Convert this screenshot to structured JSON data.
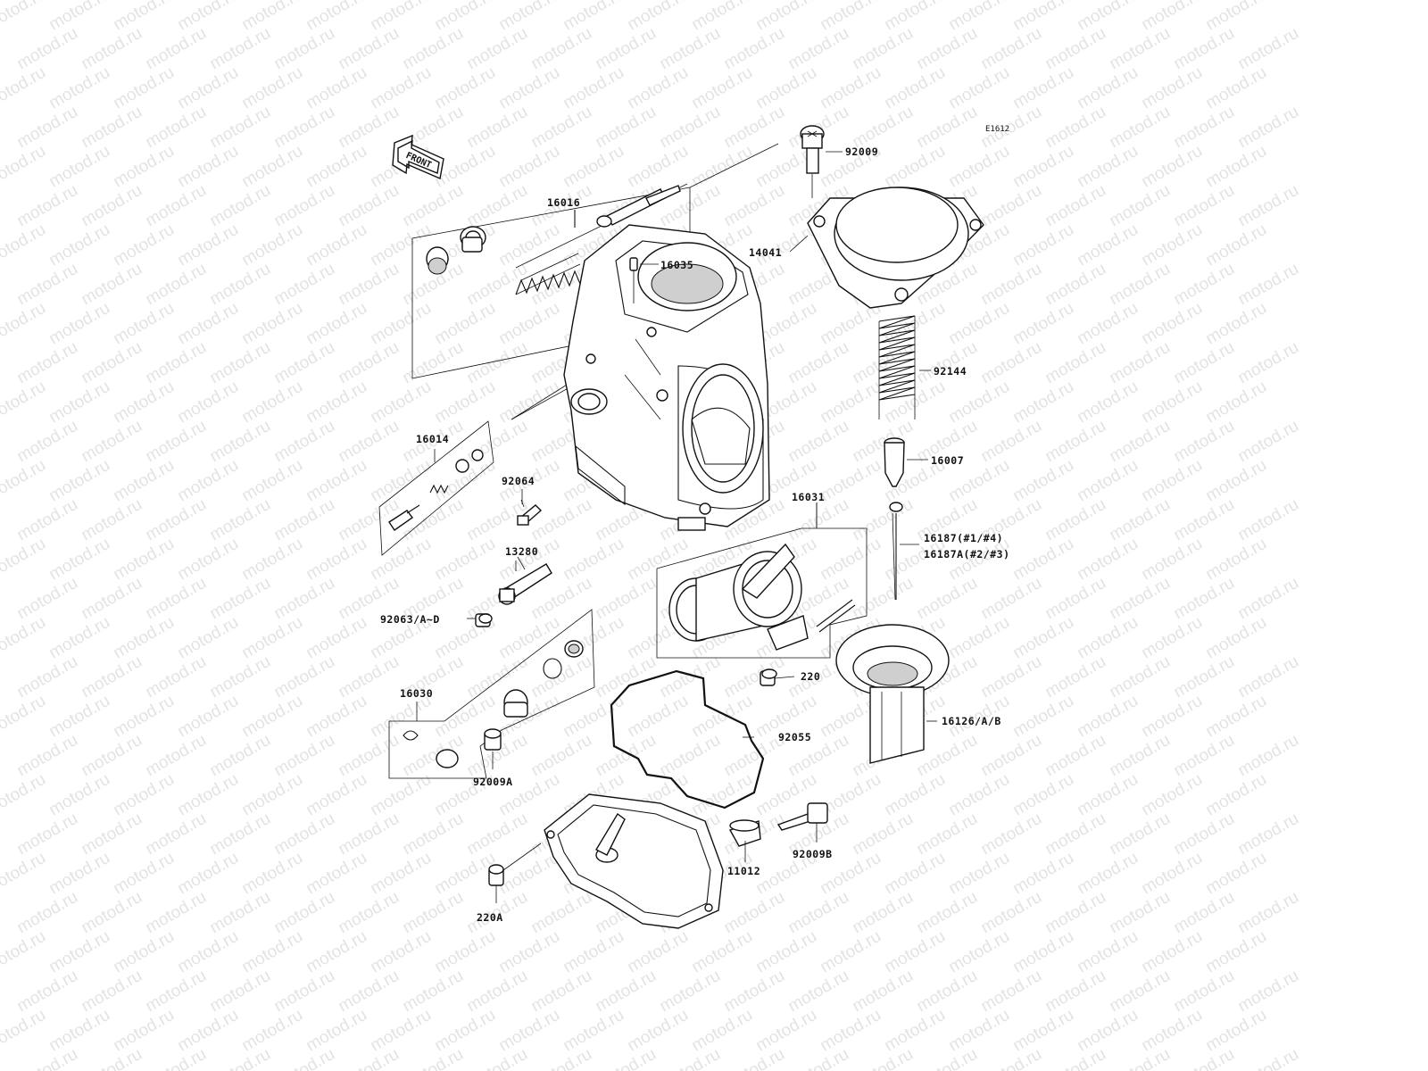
{
  "watermark": "motod.ru",
  "diagram_code": "E1612",
  "front_label": "FRONT",
  "labels": {
    "p92009": "92009",
    "p14041": "14041",
    "p92144": "92144",
    "p16007": "16007",
    "p16031": "16031",
    "p16187": "16187(#1/#4)",
    "p16187A": "16187A(#2/#3)",
    "p16016": "16016",
    "p16035": "16035",
    "p16014": "16014",
    "p92064": "92064",
    "p13280": "13280",
    "p92063": "92063/A~D",
    "p220": "220",
    "p16030": "16030",
    "p92055": "92055",
    "p16126": "16126/A/B",
    "p92009A": "92009A",
    "p11012": "11012",
    "p92009B": "92009B",
    "p220A": "220A"
  }
}
